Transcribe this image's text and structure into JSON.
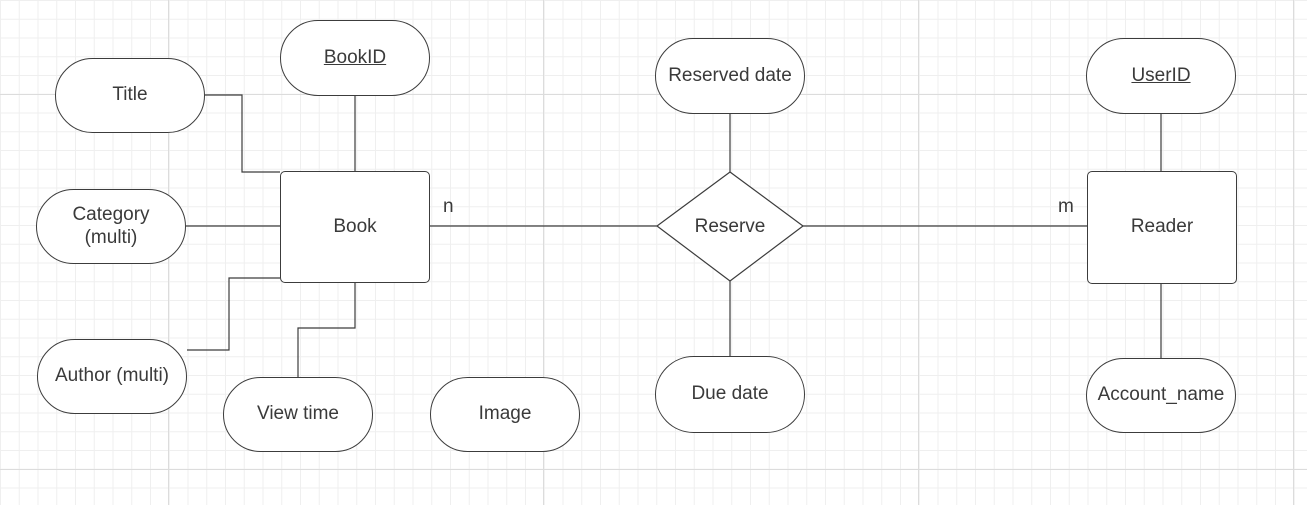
{
  "entities": {
    "book": "Book",
    "reader": "Reader"
  },
  "relationship": {
    "reserve": "Reserve"
  },
  "attributes": {
    "book_id": "BookID",
    "title": "Title",
    "category": "Category (multi)",
    "author": "Author (multi)",
    "view_time": "View time",
    "image": "Image",
    "reserved_date": "Reserved date",
    "due_date": "Due date",
    "user_id": "UserID",
    "account_name": "Account_name"
  },
  "cardinality": {
    "book_side": "n",
    "reader_side": "m"
  },
  "colors": {
    "stroke": "#3c3c3c",
    "text": "#3a3a3a",
    "grid_major": "#dcdcdc",
    "grid_minor": "#efefef"
  }
}
